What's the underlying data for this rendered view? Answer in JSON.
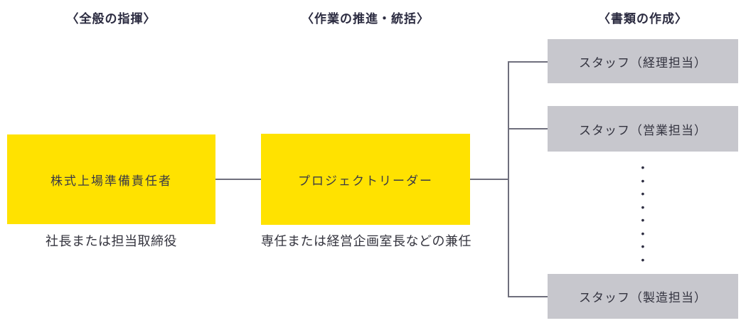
{
  "headers": [
    {
      "label": "〈全般の指揮〉"
    },
    {
      "label": "〈作業の推進・統括〉"
    },
    {
      "label": "〈書類の作成〉"
    }
  ],
  "nodes": {
    "preparation_manager": {
      "label": "株式上場準備責任者",
      "caption": "社長または担当取締役"
    },
    "project_leader": {
      "label": "プロジェクトリーダー",
      "caption": "専任または経営企画室長などの兼任"
    }
  },
  "staff": [
    {
      "label": "スタッフ（経理担当）"
    },
    {
      "label": "スタッフ（営業担当）"
    },
    {
      "label": "スタッフ（製造担当）"
    }
  ],
  "ellipsis": {
    "dots_text": "•\n•\n•\n•\n•\n•\n•\n•"
  },
  "colors": {
    "node_yellow": "#ffe200",
    "staff_gray": "#c7c7cd",
    "connector_line": "#6f6f7d",
    "text_dark": "#2b2b40"
  }
}
